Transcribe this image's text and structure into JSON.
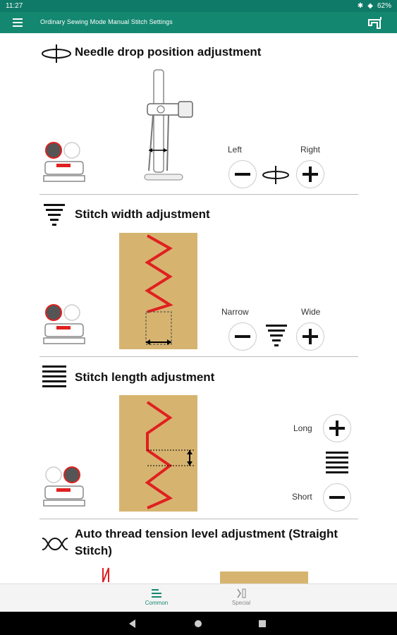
{
  "status": {
    "time": "11:27",
    "battery": "62%"
  },
  "appbar": {
    "title": "Ordinary Sewing Mode  Manual Stitch Settings"
  },
  "sections": {
    "needle": {
      "title": "Needle drop position adjustment",
      "left_label": "Left",
      "right_label": "Right"
    },
    "width": {
      "title": "Stitch width adjustment",
      "left_label": "Narrow",
      "right_label": "Wide"
    },
    "length": {
      "title": "Stitch length adjustment",
      "top_label": "Long",
      "bottom_label": "Short"
    },
    "tension": {
      "title": "Auto thread tension level adjustment (Straight Stitch)"
    }
  },
  "bottomnav": {
    "common": "Common",
    "special": "Special",
    "active": "common"
  },
  "colors": {
    "accent": "#13876f",
    "fabric": "#d6b470",
    "stitch": "#e02020"
  }
}
